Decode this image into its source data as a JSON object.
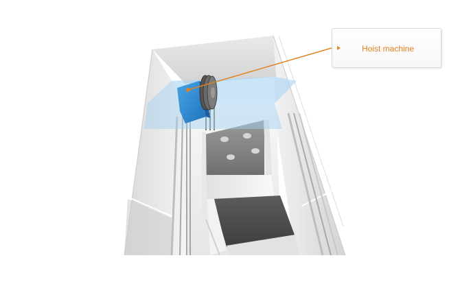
{
  "callout": {
    "label": "Hoist machine"
  },
  "colors": {
    "accent": "#e0821f",
    "machine": "#2f8bd6",
    "overlay": "#9fd0f2"
  },
  "icons": [
    "hoist-machine-icon",
    "sheave-icon",
    "elevator-car",
    "guide-rail"
  ]
}
